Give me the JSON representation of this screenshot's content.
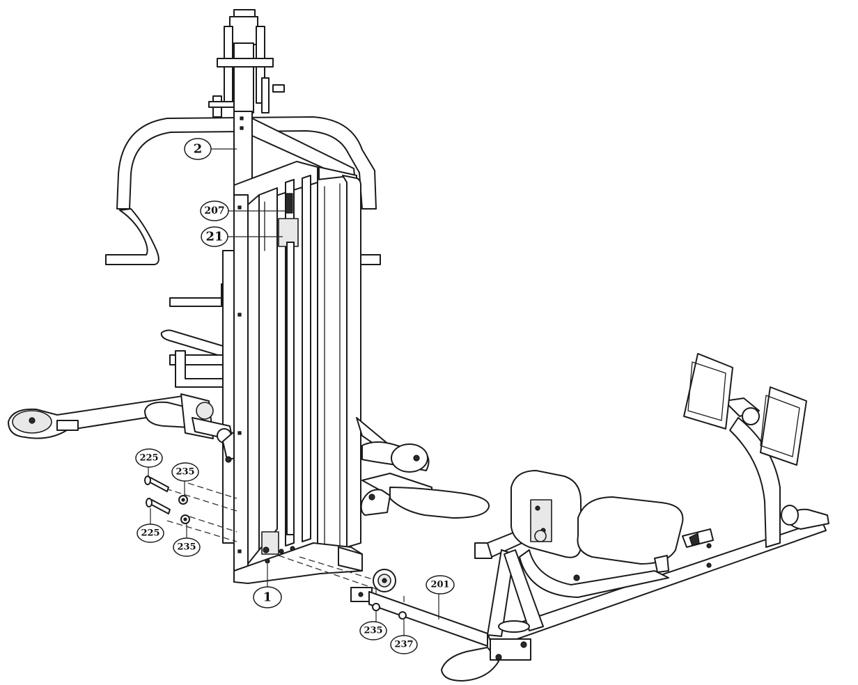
{
  "callouts": [
    {
      "id": "c-2",
      "label": "2"
    },
    {
      "id": "c-207",
      "label": "207"
    },
    {
      "id": "c-21",
      "label": "21"
    },
    {
      "id": "c-225a",
      "label": "225"
    },
    {
      "id": "c-235a",
      "label": "235"
    },
    {
      "id": "c-225b",
      "label": "225"
    },
    {
      "id": "c-235b",
      "label": "235"
    },
    {
      "id": "c-1",
      "label": "1"
    },
    {
      "id": "c-201",
      "label": "201"
    },
    {
      "id": "c-235c",
      "label": "235"
    },
    {
      "id": "c-237",
      "label": "237"
    }
  ]
}
